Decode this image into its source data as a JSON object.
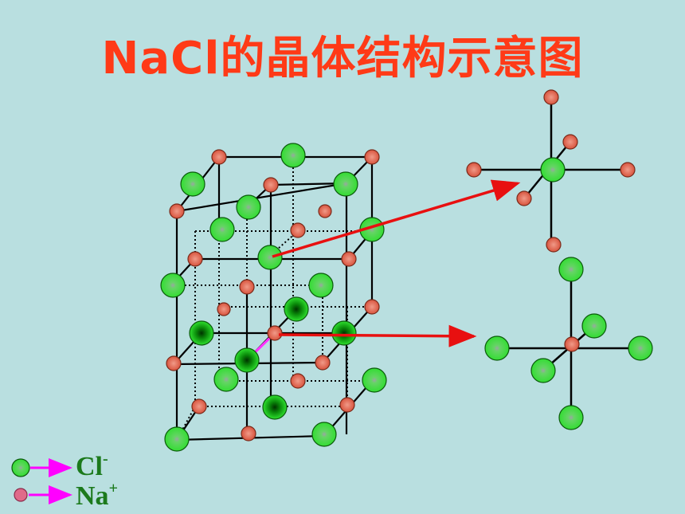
{
  "title": "NaCl的晶体结构示意图",
  "legend": {
    "cl": {
      "symbol": "Cl",
      "charge": "-"
    },
    "na": {
      "symbol": "Na",
      "charge": "+"
    }
  },
  "colors": {
    "background": "#b9dfe0",
    "title": "#ff3a17",
    "cl_ion": "#4fe04f",
    "na_ion": "#e06a55",
    "arrow": "#e81010",
    "legend_arrow": "#ff00ff",
    "legend_text": "#1c7a1c"
  }
}
